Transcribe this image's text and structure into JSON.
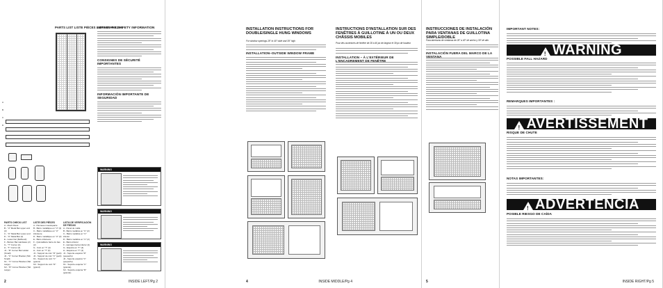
{
  "pages": {
    "p2": {
      "parts_heading": "PARTS LIST   LISTE PIÈCES   LISTA DE PIEZAS",
      "safety_heading_en": "IMPORTANT SAFETY INFORMATION",
      "safety_heading_fr": "CONSIGNES DE SÉCURITÉ IMPORTANTES",
      "safety_heading_es": "INFORMACIÓN IMPORTANTE DE SEGURIDAD",
      "parts_check_en": "PARTS CHECK LIST",
      "parts_check_fr": "LISTE DES PIÈCES",
      "parts_check_es": "LISTA DE VERIFICACIÓN DE PIEZAS",
      "parts_en": [
        "A - Mesh Panel",
        "B - \"U\" Metal Bar upper end (2)",
        "C - \"U\" Metal Bar Lower end",
        "D - \"U\" Metal Bar (2)",
        "E - Lower bar (flat/bend)",
        "F - Bottom Bar Hardware (2)",
        "G - \"T\" Corner (4)",
        "H - \"T\" Corner (4)",
        "J1 - \"R\" Corner Bar Holder (Small)",
        "J2 - \"C\" Corner Bracket (Tab Small)",
        "K1 - \"C\" Corner Bracket (Tab Large)",
        "K2 - \"R\" Corner Bracket (Tab Large)"
      ],
      "parts_fr": [
        "A - Panneau moustiquaire",
        "B - Barre métallique en \"U\" (2)",
        "C - Barre métallique en \"U\" inférieure",
        "D - Barre métallique en \"U\" (2)",
        "E - Barre inférieure",
        "F - Quincaillerie barre du bas (2)",
        "G - Coin en \"T\" (4)",
        "H - Coin en \"T\" (4)",
        "J1 - Support de coin \"R\" (petit)",
        "J2 - Support de coin \"C\" (petit)",
        "K1 - Support de coin \"C\" (grand)",
        "K2 - Support de coin \"R\" (grand)"
      ],
      "parts_es": [
        "A - Panel de malla",
        "B - Barra metálica en \"U\" (2)",
        "C - Barra metálica en \"U\" inferior",
        "D - Barra metálica en \"U\" (2)",
        "E - Barra inferior",
        "F - Herrajes barra inferior (2)",
        "G - Esquina en \"T\" (4)",
        "H - Esquina en \"T\" (4)",
        "J1 - Soporte esquina \"R\" (pequeño)",
        "J2 - Soporte esquina \"C\" (pequeño)",
        "K1 - Soporte esquina \"C\" (grande)",
        "K2 - Soporte esquina \"R\" (grande)"
      ],
      "part_letters": [
        "A",
        "B",
        "C",
        "D",
        "E",
        "F",
        "G",
        "H",
        "J1",
        "J2",
        "K1",
        "K2"
      ],
      "warning_box": "WARNING",
      "footer": "INSIDE LEFT/Pg 2",
      "page_number": "2"
    },
    "p4": {
      "heading": "INSTALLATION INSTRUCTIONS FOR DOUBLE/SINGLE HUNG WINDOWS",
      "subheading": "For window openings 28\" to 40\" wide and 39\" high",
      "section": "INSTALLATION–OUTSIDE WINDOW FRAME",
      "footer": "INSIDE MIDDLE/Pg 4",
      "page_number": "4"
    },
    "p_fr": {
      "heading": "INSTRUCTIONS D'INSTALLATION SUR DES FENÊTRES À GUILLOTINE À UN OU DEUX CHÂSSIS MOBILES",
      "subheading": "Pour des ouvertures de fenêtre de 28 à 40 po de largeur et 39 po de hauteur",
      "section": "INSTALLATION – À L'EXTÉRIEUR DE L'ENCADREMENT DE FENÊTRE"
    },
    "p5": {
      "heading": "INSTRUCCIONES DE INSTALACIÓN PARA VENTANAS DE GUILLOTINA SIMPLE/DOBLE",
      "subheading": "Para aberturas de ventanas de 28\" a 40\" de ancho y 39\" de alto",
      "section": "INSTALACIÓN FUERA DEL MARCO DE LA VENTANA",
      "page_number": "5"
    },
    "p_last": {
      "important_notes": "IMPORTANT NOTES:",
      "warning_title": "WARNING",
      "possible_fall": "POSSIBLE FALL HAZARD",
      "remarques": "REMARQUES IMPORTANTES :",
      "avertissement": "AVERTISSEMENT",
      "risque": "RISQUE DE CHUTE",
      "notas": "NOTAS IMPORTANTES:",
      "advertencia": "ADVERTENCIA",
      "posible_riesgo": "POSIBLE RIESGO DE CAÍDA",
      "footer": "INSIDE RIGHT/Pg 5"
    }
  }
}
